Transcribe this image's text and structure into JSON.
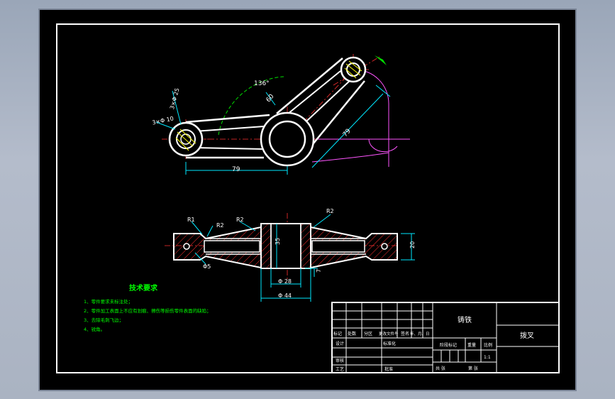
{
  "dimensions": {
    "angle_top": "136°",
    "angle_inner": "60",
    "len_left": "79",
    "len_right": "79",
    "dia_left_top": "3×Φ 25",
    "dia_left_small": "3×Φ 10",
    "r1": "R1",
    "r2_a": "R2",
    "r2_b": "R2",
    "r2_c": "R2",
    "dia_hole": "Φ5",
    "height_center": "35",
    "height_right": "20",
    "web_thk": "7",
    "dia_28": "Φ 28",
    "dia_44": "Φ 44"
  },
  "notes": {
    "title": "技术要求",
    "lines": [
      "1、零件要求未标注处；",
      "2、零件加工表面上不应有划痕、擦伤等损伤零件表面的缺陷；",
      "3、去除毛刺飞边；",
      "4、锐角。"
    ]
  },
  "title_block": {
    "material": "铸铁",
    "part_name": "拨叉",
    "scale_value": "1:1",
    "rev_headers": [
      "标记",
      "处数",
      "分区",
      "更改文件号",
      "签名",
      "年、月、日"
    ],
    "design": "设计",
    "standard": "标准化",
    "check": "审核",
    "process": "工艺",
    "approve": "批准",
    "stage_mark": "阶段标记",
    "weight": "重量",
    "scale": "比例",
    "sheets": "共  张",
    "sheet_no": "第  张"
  }
}
